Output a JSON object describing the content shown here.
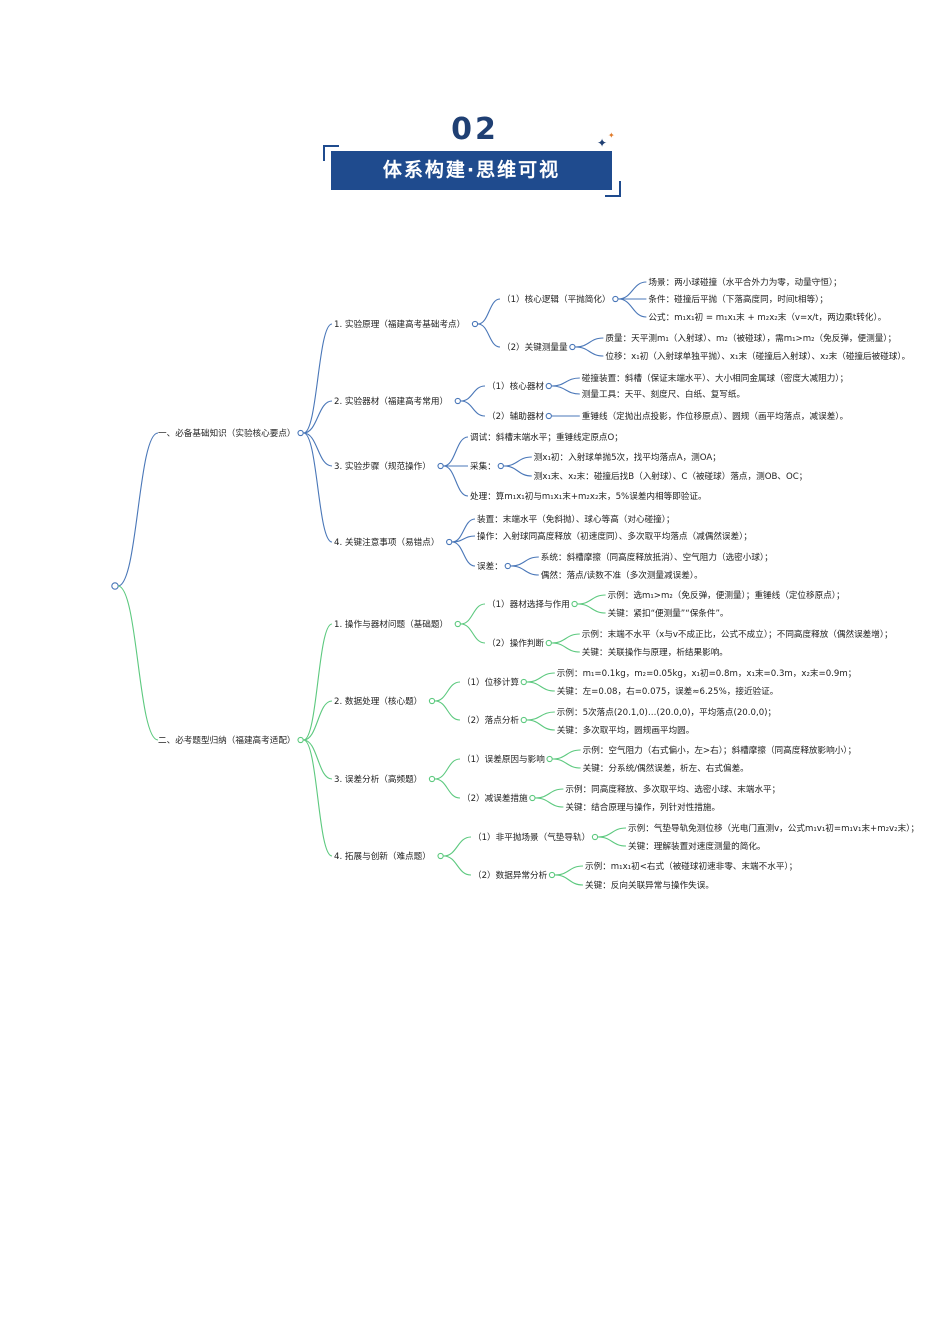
{
  "header": {
    "number": "02",
    "title": "体系构建·思维可视"
  },
  "colors": {
    "blue": "#4a77b8",
    "green": "#5dc97f",
    "banner": "#1f4b8e"
  },
  "mindmap": {
    "l1": [
      "一、必备基础知识（实验核心要点）",
      "二、必考题型归纳（福建高考适配）"
    ],
    "l2": [
      "1. 实验原理（福建高考基础考点）",
      "2. 实验器材（福建高考常用）",
      "3. 实验步骤（规范操作）",
      "4. 关键注意事项（易错点）",
      "1. 操作与器材问题（基础题）",
      "2. 数据处理（核心题）",
      "3. 误差分析（高频题）",
      "4. 拓展与创新（难点题）"
    ],
    "l3": [
      "（1）核心逻辑（平抛简化）",
      "（2）关键测量量",
      "（1）核心器材",
      "（2）辅助器材",
      "调试：斜槽末端水平；重锤线定原点O；",
      "采集：",
      "处理：算m₁x₁初与m₁x₁末+m₂x₂末，5%误差内相等即验证。",
      "装置：末端水平（免斜抛）、球心等高（对心碰撞）；",
      "操作：入射球同高度释放（初速度同）、多次取平均落点（减偶然误差）；",
      "误差：",
      "（1）器材选择与作用",
      "（2）操作判断",
      "（1）位移计算",
      "（2）落点分析",
      "（1）误差原因与影响",
      "（2）减误差措施",
      "（1）非平抛场景（气垫导轨）",
      "（2）数据异常分析"
    ],
    "l4": [
      "场景：两小球碰撞（水平合外力为零，动量守恒）；",
      "条件：碰撞后平抛（下落高度同，时间t相等）；",
      "公式：m₁x₁初 = m₁x₁末 + m₂x₂末（v=x/t，两边乘t转化）。",
      "质量：天平测m₁（入射球）、m₂（被碰球），需m₁>m₂（免反弹，便测量）；",
      "位移：x₁初（入射球单独平抛）、x₁末（碰撞后入射球）、x₂末（碰撞后被碰球）。",
      "碰撞装置：斜槽（保证末端水平）、大小相同金属球（密度大减阻力）；",
      "测量工具：天平、刻度尺、白纸、复写纸。",
      "重锤线（定抛出点投影，作位移原点）、圆规（画平均落点，减误差）。",
      "测x₁初：入射球单抛5次，找平均落点A，测OA；",
      "测x₁末、x₂末：碰撞后找B（入射球）、C（被碰球）落点，测OB、OC；",
      "系统：斜槽摩擦（同高度释放抵消）、空气阻力（选密小球）；",
      "偶然：落点/读数不准（多次测量减误差）。",
      "示例：选m₁>m₂（免反弹，便测量）；重锤线（定位移原点）；",
      "关键：紧扣“便测量”“保条件”。",
      "示例：末端不水平（x与v不成正比，公式不成立）；不同高度释放（偶然误差增）；",
      "关键：关联操作与原理，析结果影响。",
      "示例：m₁=0.1kg，m₂=0.05kg，x₁初=0.8m，x₁末=0.3m，x₂末=0.9m；",
      "关键：左=0.08，右=0.075，误差≈6.25%，接近验证。",
      "示例：5次落点(20.1,0)…(20.0,0)，平均落点(20.0,0)；",
      "关键：多次取平均，圆规画平均圆。",
      "示例：空气阻力（右式偏小，左>右）；斜槽摩擦（同高度释放影响小）；",
      "关键：分系统/偶然误差，析左、右式偏差。",
      "示例：同高度释放、多次取平均、选密小球、末端水平；",
      "关键：结合原理与操作，列针对性措施。",
      "示例：气垫导轨免测位移（光电门直测v，公式m₁v₁初=m₁v₁末+m₂v₂末）；",
      "关键：理解装置对速度测量的简化。",
      "示例：m₁x₁初<右式（被碰球初速非零、末端不水平）；",
      "关键：反向关联异常与操作失误。"
    ]
  }
}
